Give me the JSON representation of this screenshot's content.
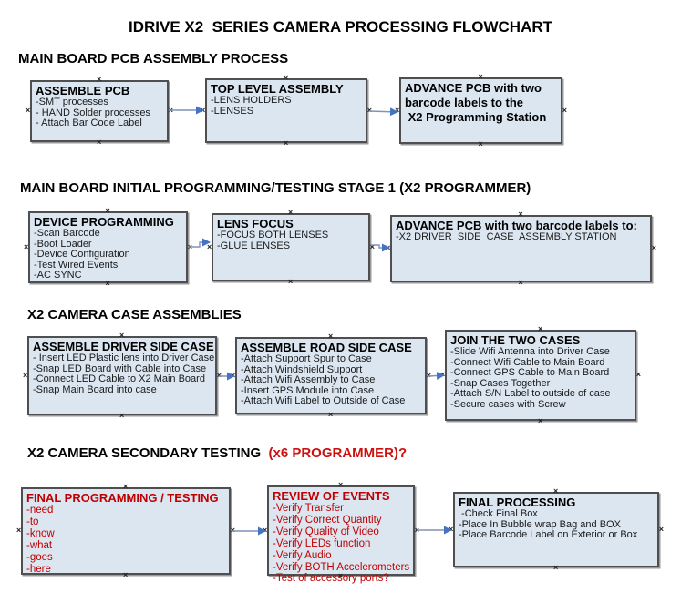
{
  "title": "IDRIVE X2  SERIES CAMERA PROCESSING FLOWCHART",
  "colors": {
    "box_fill": "#dce6f1",
    "box_border": "#4f4f4f",
    "arrow_line": "#7f94b8",
    "arrow_head": "#4472c4",
    "alert_red": "#c00000"
  },
  "sections": [
    {
      "heading": "MAIN BOARD PCB ASSEMBLY PROCESS",
      "heading_suffix": ""
    },
    {
      "heading": "MAIN BOARD INITIAL PROGRAMMING/TESTING STAGE 1 (X2 PROGRAMMER)",
      "heading_suffix": ""
    },
    {
      "heading": "X2 CAMERA CASE ASSEMBLIES",
      "heading_suffix": ""
    },
    {
      "heading": "X2 CAMERA SECONDARY TESTING  ",
      "heading_suffix": "(x6 PROGRAMMER)?"
    }
  ],
  "boxes": {
    "assemble_pcb": {
      "title": "ASSEMBLE PCB",
      "items": [
        "-SMT processes",
        "- HAND Solder processes",
        "- Attach Bar Code Label"
      ]
    },
    "top_level_assembly": {
      "title": "TOP LEVEL ASSEMBLY",
      "items": [
        "-LENS HOLDERS",
        "-LENSES"
      ]
    },
    "advance_pcb_programming": {
      "title": "",
      "items": [
        "ADVANCE PCB with two",
        "barcode labels to the",
        " X2 Programming Station"
      ]
    },
    "device_programming": {
      "title": "DEVICE PROGRAMMING",
      "items": [
        "-Scan Barcode",
        "-Boot Loader",
        "-Device Configuration",
        "-Test Wired Events",
        "-AC SYNC"
      ]
    },
    "lens_focus": {
      "title": "LENS FOCUS",
      "items": [
        "-FOCUS BOTH LENSES",
        "-GLUE LENSES"
      ]
    },
    "advance_pcb_case": {
      "title": "ADVANCE PCB with two barcode labels to:",
      "items": [
        "-X2 DRIVER  SIDE  CASE  ASSEMBLY STATION"
      ]
    },
    "assemble_driver_side_case": {
      "title": "ASSEMBLE DRIVER SIDE CASE",
      "items": [
        "- Insert LED Plastic lens into Driver Case",
        "-Snap LED Board with Cable into Case",
        "-Connect LED Cable to X2 Main Board",
        "-Snap Main Board into case"
      ]
    },
    "assemble_road_side_case": {
      "title": "ASSEMBLE ROAD SIDE CASE",
      "items": [
        "-Attach Support Spur to Case",
        "-Attach Windshield Support",
        "-Attach Wifi Assembly to Case",
        "-Insert GPS Module into Case",
        "-Attach Wifi Label to Outside of Case"
      ]
    },
    "join_the_two_cases": {
      "title": "JOIN THE TWO CASES",
      "items": [
        "-Slide Wifi Antenna into Driver Case",
        "-Connect Wifi Cable to Main Board",
        "-Connect GPS Cable to Main Board",
        "-Snap Cases Together",
        "-Attach S/N Label to outside of case",
        "-Secure cases with Screw"
      ]
    },
    "final_programming_testing": {
      "title": "FINAL PROGRAMMING / TESTING",
      "items": [
        "-need",
        "-to",
        "-know",
        "-what",
        "-goes",
        "-here"
      ]
    },
    "review_of_events": {
      "title": "REVIEW OF EVENTS",
      "items": [
        "-Verify Transfer",
        "-Verify Correct Quantity",
        "-Verify Quality of Video",
        "-Verify LEDs function",
        "-Verify Audio",
        "-Verify BOTH Accelerometers",
        "-Test of accessory ports?"
      ]
    },
    "final_processing": {
      "title": "FINAL PROCESSING",
      "items": [
        " -Check Final Box",
        "-Place In Bubble wrap Bag and BOX",
        "-Place Barcode Label on Exterior or Box"
      ]
    }
  }
}
